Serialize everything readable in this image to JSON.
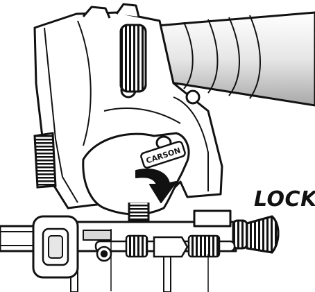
{
  "brand_text": "CARSON",
  "action_label": "LOCK",
  "colors": {
    "line": "#111111",
    "fill_light": "#ffffff",
    "shade": "#d9d9d9",
    "shade_dark": "#9a9a9a",
    "arrow": "#111111"
  },
  "parts": {
    "illustration": "binocular-mount-adapter-illustration",
    "arrow_icon": "lock-direction-arrow-icon"
  }
}
